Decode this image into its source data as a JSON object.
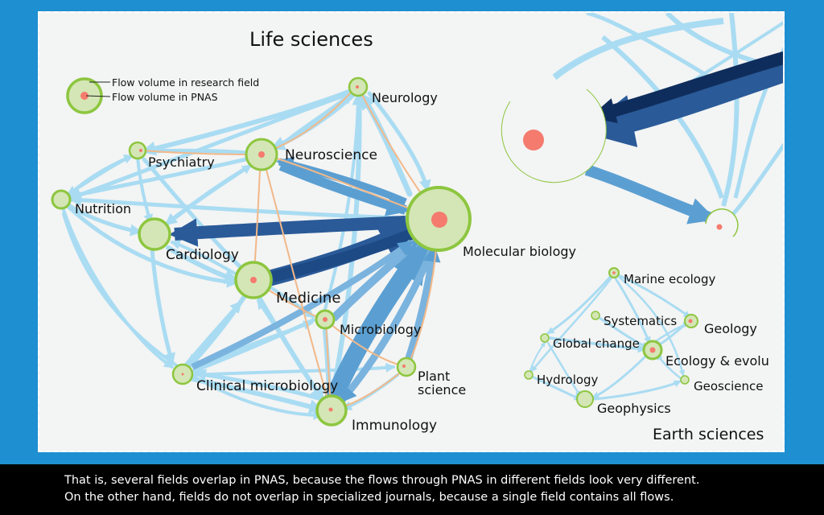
{
  "titles": {
    "life": "Life sciences",
    "earth": "Earth sciences"
  },
  "legend": {
    "outer": "Flow volume in research field",
    "inner": "Flow volume in PNAS"
  },
  "nodes": {
    "neurology": "Neurology",
    "psychiatry": "Psychiatry",
    "neuroscience": "Neuroscience",
    "nutrition": "Nutrition",
    "cardiology": "Cardiology",
    "molecular_biology": "Molecular biology",
    "medicine": "Medicine",
    "microbiology": "Microbiology",
    "plant_science_1": "Plant",
    "plant_science_2": "science",
    "clinical_microbiology": "Clinical microbiology",
    "immunology": "Immunology",
    "marine_ecology": "Marine ecology",
    "systematics": "Systematics",
    "geology": "Geology",
    "global_change": "Global change",
    "ecology_evolution": "Ecology & evolu",
    "hydrology": "Hydrology",
    "geoscience": "Geoscience",
    "geophysics": "Geophysics"
  },
  "caption": {
    "line1": "That is, several fields overlap in PNAS, because the flows through PNAS in different fields look very different.",
    "line2": "On the other hand, fields do not overlap in specialized journals, because a single field contains all flows."
  },
  "colors": {
    "background": "#1e8fd0",
    "panel": "#f3f4f4",
    "node_fill": "#d4e6b5",
    "node_stroke": "#8dc63f",
    "pnas_dot": "#f47b6e",
    "light_flow": "#a9dcf2",
    "mid_flow": "#5b9fd2",
    "dark_flow": "#2a5a98",
    "darkest_flow": "#0f2d5c",
    "pnas_flow": "#f2b888",
    "caption_bar": "#000000"
  }
}
